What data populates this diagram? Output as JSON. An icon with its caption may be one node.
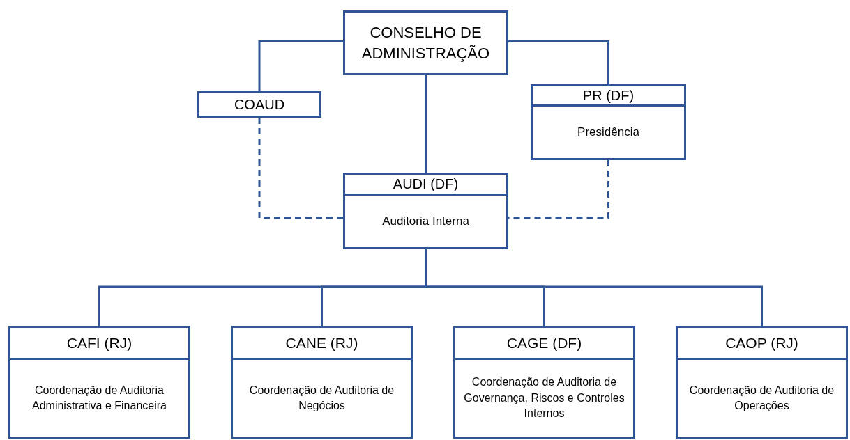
{
  "diagram": {
    "nodes": [
      {
        "text": [
          "CONSELHO DE ADMINISTRAÇÃO"
        ]
      },
      {
        "text": [
          "COAUD"
        ]
      },
      {
        "text": [
          "PR (DF)",
          "Presidência"
        ]
      },
      {
        "text": [
          "AUDI (DF)",
          "Auditoria Interna"
        ]
      },
      {
        "text": [
          "CAFI (RJ)",
          "Coordenação de Auditoria Administrativa e Financeira"
        ]
      },
      {
        "text": [
          "CANE (RJ)",
          "Coordenação de Auditoria de Negócios"
        ]
      },
      {
        "text": [
          "CAGE (DF)",
          "Coordenação de Auditoria de Governança, Riscos e Controles Internos"
        ]
      },
      {
        "text": [
          "CAOP (RJ)",
          "Coordenação de Auditoria de Operações"
        ]
      }
    ],
    "edges": [
      {
        "from": 0,
        "to": 1,
        "arrow": "none"
      },
      {
        "from": 0,
        "to": 2,
        "arrow": "none"
      },
      {
        "from": 0,
        "to": 3,
        "arrow": "none"
      },
      {
        "from": 1,
        "to": 3,
        "arrow": "none",
        "style": "dashed"
      },
      {
        "from": 2,
        "to": 3,
        "arrow": "none",
        "style": "dashed"
      },
      {
        "from": 3,
        "to": 4,
        "arrow": "none"
      },
      {
        "from": 3,
        "to": 5,
        "arrow": "none"
      },
      {
        "from": 3,
        "to": 6,
        "arrow": "none"
      },
      {
        "from": 3,
        "to": 7,
        "arrow": "none"
      }
    ]
  }
}
